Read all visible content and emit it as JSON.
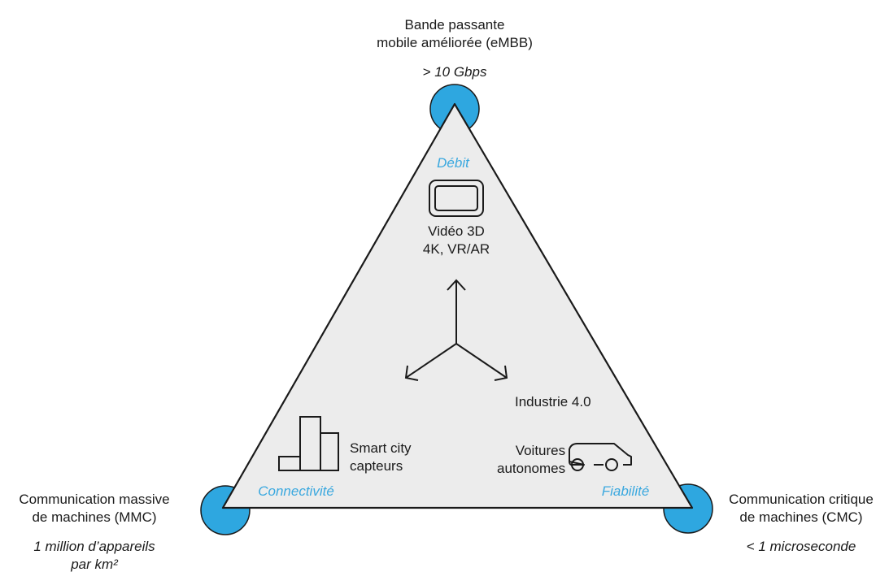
{
  "top": {
    "title_line1": "Bande passante",
    "title_line2": "mobile améliorée (eMBB)",
    "metric": "> 10 Gbps"
  },
  "left": {
    "title_line1": "Communication massive",
    "title_line2": "de machines (MMC)",
    "metric_line1": "1 million d’appareils",
    "metric_line2": "par km²"
  },
  "right": {
    "title_line1": "Communication critique",
    "title_line2": "de machines (CMC)",
    "metric": "< 1 microseconde"
  },
  "axes": {
    "top": "Débit",
    "left": "Connectivité",
    "right": "Fiabilité"
  },
  "use_cases": {
    "video": {
      "line1": "Vidéo 3D",
      "line2": "4K, VR/AR",
      "icon": "tablet-icon"
    },
    "industry": {
      "label": "Industrie 4.0"
    },
    "smart_city": {
      "line1": "Smart city",
      "line2": "capteurs",
      "icon": "buildings-icon"
    },
    "cars": {
      "line1": "Voitures",
      "line2": "autonomes",
      "icon": "car-icon"
    }
  },
  "colors": {
    "accent": "#3aa8df",
    "triangle_fill": "#ececec",
    "stroke": "#1a1a1a"
  }
}
